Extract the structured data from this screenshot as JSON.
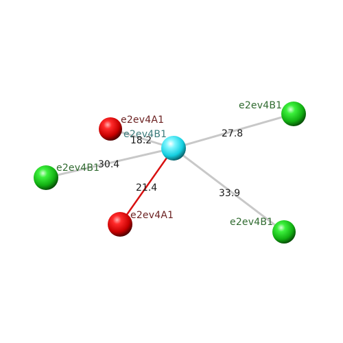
{
  "colors": {
    "center_atom": "#22e0ee",
    "oxygen_atom": "#e00000",
    "green_atom": "#22cc22",
    "bond_gray": "#c8c8c8",
    "bond_red": "#d81010",
    "label_center": "#3a7a7a",
    "label_oxygen": "#6a1f1f",
    "label_green": "#2f6a2f",
    "distance_text": "#1a1a1a"
  },
  "atoms": {
    "center": {
      "label": "e2ev4B1"
    },
    "oxygen_upper": {
      "label": "e2ev4A1"
    },
    "oxygen_lower": {
      "label": "e2ev4A1"
    },
    "green_upper_right": {
      "label": "e2ev4B1"
    },
    "green_left": {
      "label": "e2ev4B1"
    },
    "green_lower_right": {
      "label": "e2ev4B1"
    }
  },
  "distances": {
    "to_oxygen_upper": "18.2",
    "to_green_upper_right": "27.8",
    "to_green_left": "30.4",
    "to_oxygen_lower": "21.4",
    "to_green_lower_right": "33.9"
  }
}
